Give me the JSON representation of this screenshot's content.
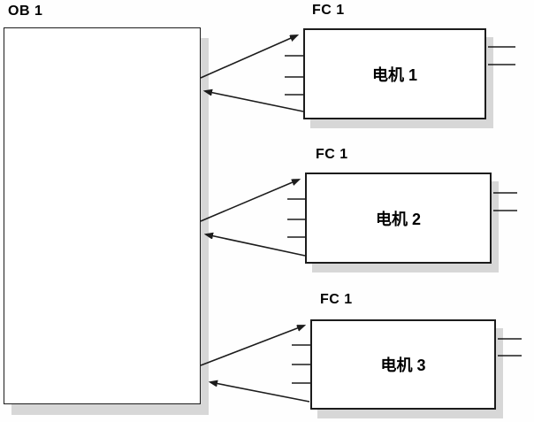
{
  "diagram": {
    "title_context": "PLC block call structure",
    "ob_block": {
      "label": "OB 1"
    },
    "fc_blocks": [
      {
        "label": "FC 1",
        "name": "电机 1"
      },
      {
        "label": "FC 1",
        "name": "电机 2"
      },
      {
        "label": "FC 1",
        "name": "电机 3"
      }
    ],
    "colors": {
      "line": "#1c1c1c",
      "box_fill": "#ffffff",
      "shadow": "#d7d7d7",
      "background": "#fefefe",
      "text": "#000000"
    }
  }
}
